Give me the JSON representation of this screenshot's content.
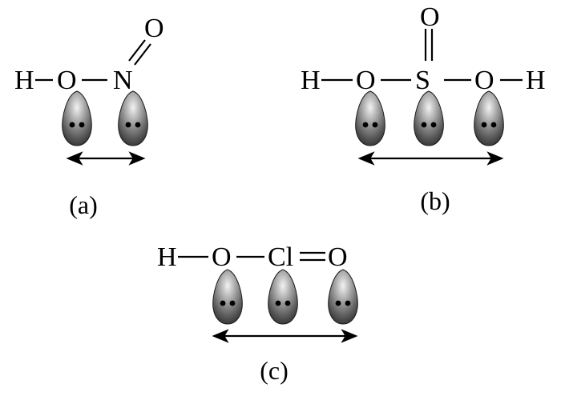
{
  "figure": {
    "panels": [
      {
        "id": "a",
        "caption": "(a)",
        "atoms": {
          "h": "H",
          "o": "O",
          "n": "N",
          "o_top": "O"
        },
        "lone_pair_count": 2
      },
      {
        "id": "b",
        "caption": "(b)",
        "atoms": {
          "h_left": "H",
          "o_left": "O",
          "s": "S",
          "o_right": "O",
          "h_right": "H",
          "o_top": "O"
        },
        "lone_pair_count": 3
      },
      {
        "id": "c",
        "caption": "(c)",
        "atoms": {
          "h": "H",
          "o": "O",
          "cl": "Cl",
          "o_right": "O"
        },
        "lone_pair_count": 3
      }
    ],
    "colors": {
      "lobe_dark": "#3a3a3a",
      "lobe_light": "#f2f2f2",
      "ink": "#000000"
    }
  }
}
